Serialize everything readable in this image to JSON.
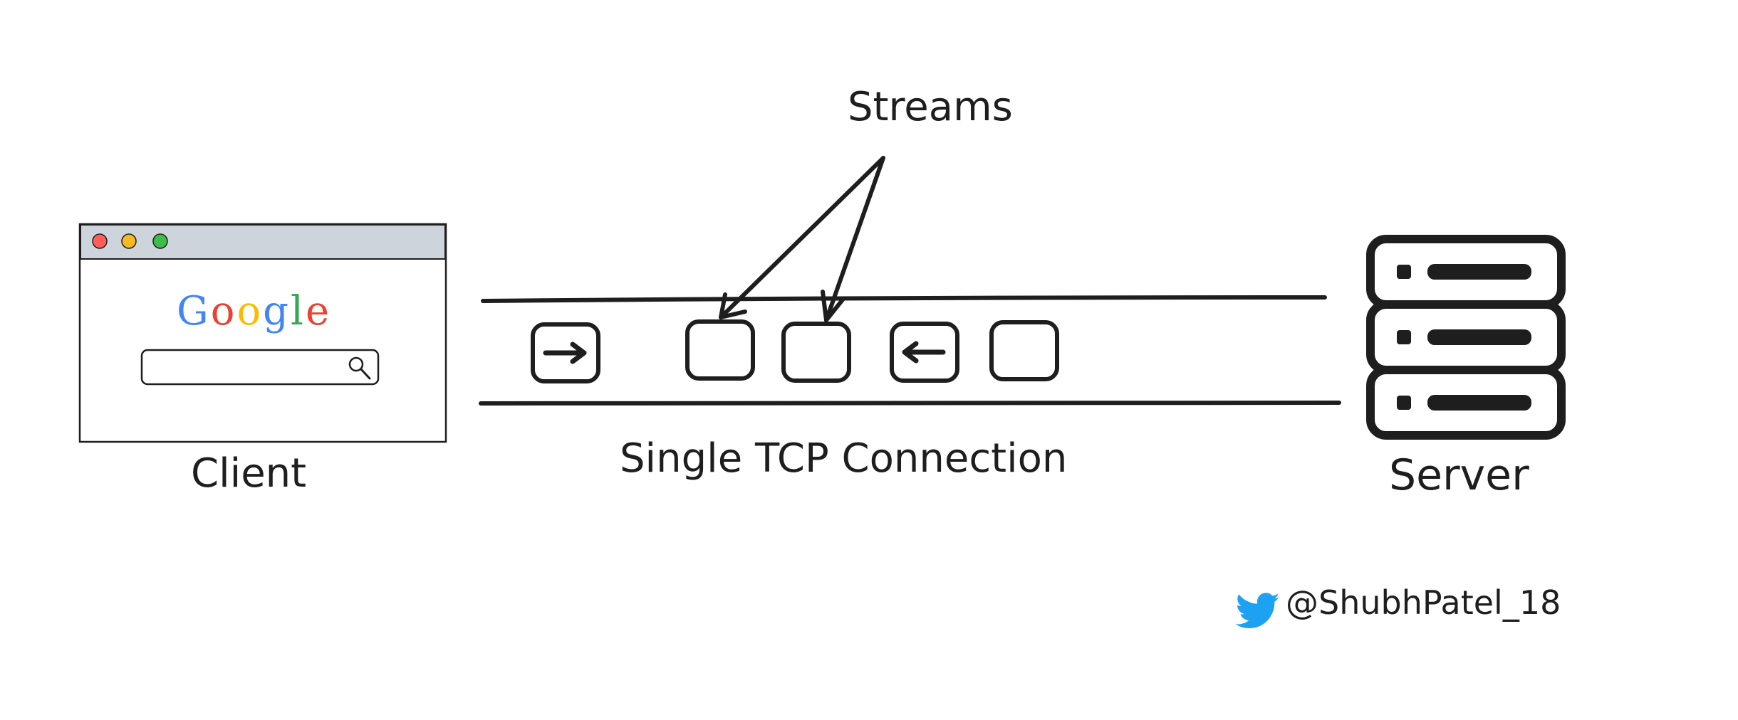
{
  "labels": {
    "streams": "Streams",
    "client": "Client",
    "connection": "Single TCP Connection",
    "server": "Server",
    "twitter_handle": "@ShubhPatel_18"
  },
  "browser": {
    "brand_letters": [
      {
        "ch": "G",
        "color": "#4285F4"
      },
      {
        "ch": "o",
        "color": "#EA4335"
      },
      {
        "ch": "o",
        "color": "#FBBC05"
      },
      {
        "ch": "g",
        "color": "#4285F4"
      },
      {
        "ch": "l",
        "color": "#34A853"
      },
      {
        "ch": "e",
        "color": "#EA4335"
      }
    ],
    "window_buttons": [
      {
        "name": "close",
        "color": "#ff5f57"
      },
      {
        "name": "minimize",
        "color": "#f5b921"
      },
      {
        "name": "maximize",
        "color": "#3fbd4a"
      }
    ],
    "titlebar_color": "#ced4dc",
    "icons": [
      "search-icon"
    ]
  },
  "streams": [
    {
      "id": 1,
      "arrow": "right"
    },
    {
      "id": 2,
      "arrow": "none"
    },
    {
      "id": 3,
      "arrow": "none"
    },
    {
      "id": 4,
      "arrow": "left"
    },
    {
      "id": 5,
      "arrow": "none"
    }
  ],
  "server": {
    "units": 3
  },
  "twitter_icon_color": "#1DA1F2",
  "stroke_color": "#1e1e1e"
}
